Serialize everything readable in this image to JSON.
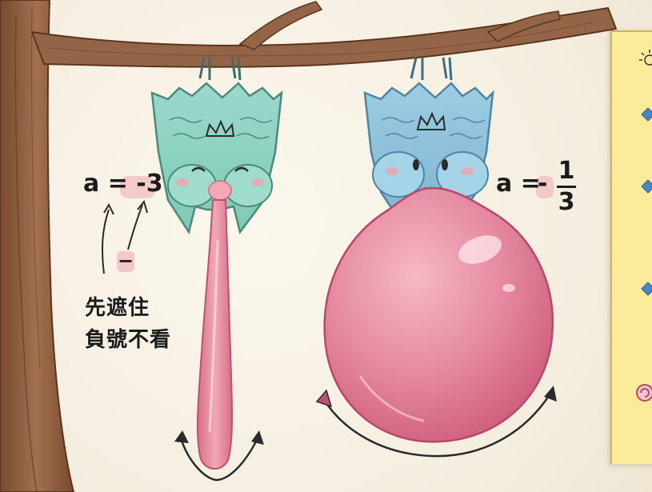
{
  "left_panel": {
    "equation": "a = -3",
    "minus_symbol": "−",
    "tip_line1": "先遮住",
    "tip_line2": "負號不看"
  },
  "right_panel": {
    "equation_prefix": "a = ",
    "minus": "-",
    "fraction_numerator": "1",
    "fraction_denominator": "3"
  },
  "colors": {
    "branch": "#8a5a3c",
    "bat_body_left": "#8ed6c6",
    "bat_body_right": "#8cc6dc",
    "bubble": "#e27a93",
    "highlight": "#f3c6cc",
    "sticky_note": "#fbeb9a"
  },
  "icons": {
    "sun": "sun-icon",
    "diamond": "diamond-bullet-icon",
    "spiral": "spiral-icon",
    "crown": "crown-icon"
  }
}
